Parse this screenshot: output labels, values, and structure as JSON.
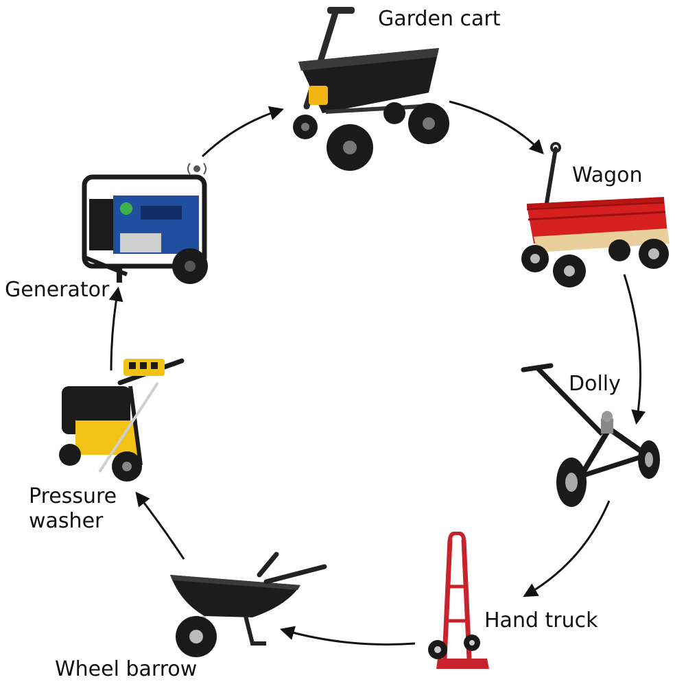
{
  "items": [
    {
      "label": "Garden cart",
      "icon": "garden-cart-icon"
    },
    {
      "label": "Wagon",
      "icon": "wagon-icon"
    },
    {
      "label": "Dolly",
      "icon": "trailer-dolly-icon"
    },
    {
      "label": "Hand truck",
      "icon": "hand-truck-icon"
    },
    {
      "label": "Wheel barrow",
      "icon": "wheelbarrow-icon"
    },
    {
      "label": "Pressure washer",
      "line1": "Pressure",
      "line2": "washer",
      "icon": "pressure-washer-icon"
    },
    {
      "label": "Generator",
      "icon": "generator-icon"
    }
  ],
  "colors": {
    "text": "#111111",
    "arrow": "#111111",
    "tire": "#1a1a1a",
    "cart_tub": "#1c1c1c",
    "wagon_red": "#d61f1f",
    "wagon_wood": "#e8cf9c",
    "hand_truck_red": "#c8232c",
    "generator_blue": "#1f4f9e",
    "generator_frame": "#1b1b1b",
    "washer_yellow": "#f2c214",
    "washer_black": "#1c1c1c"
  }
}
